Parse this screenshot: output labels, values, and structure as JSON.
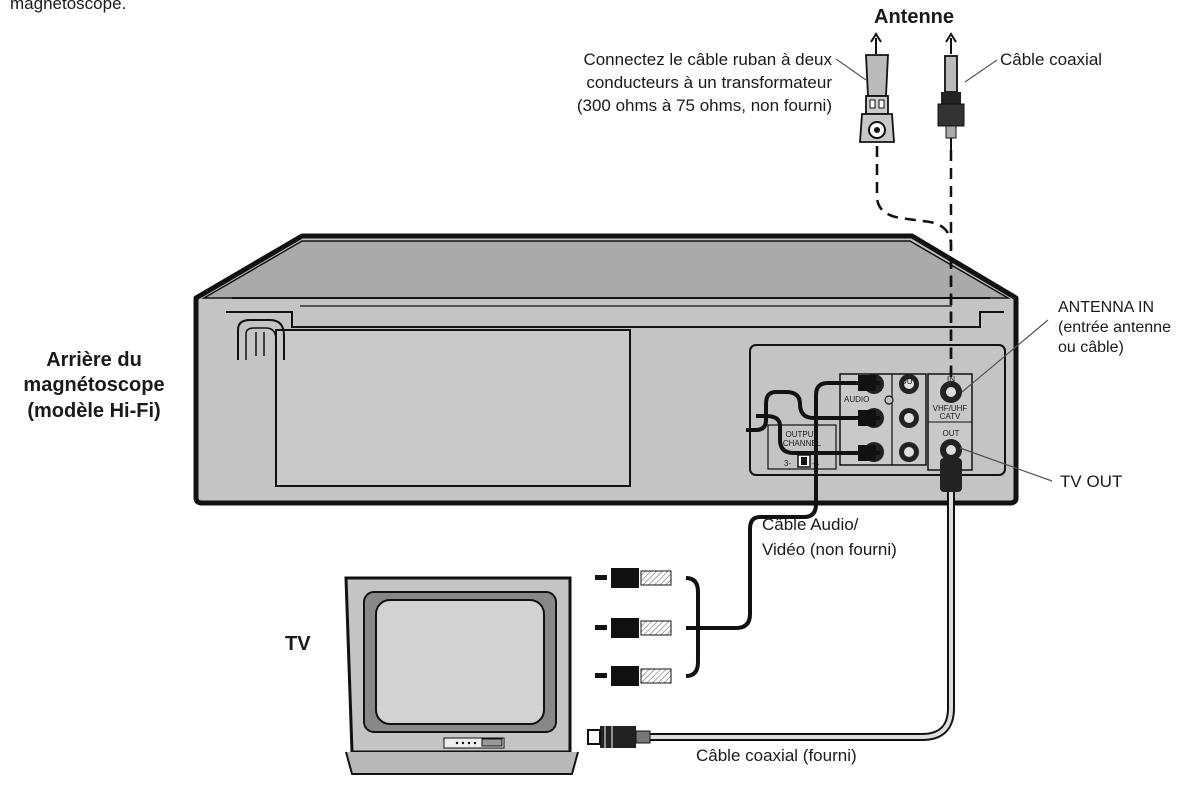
{
  "header": {
    "fragment": "magnétoscope."
  },
  "antenna": {
    "title": "Antenne",
    "twin_lead_note": [
      "Connectez le câble ruban à deux",
      "conducteurs à un transformateur",
      "(300 ohms à 75 ohms, non fourni)"
    ],
    "coax_label": "Câble coaxial"
  },
  "vcr": {
    "title": [
      "Arrière du",
      "magnétoscope",
      "(modèle Hi-Fi)"
    ],
    "antenna_in_label": [
      "ANTENNA IN",
      "(entrée antenne",
      "ou câble)"
    ],
    "tv_out_label": "TV OUT",
    "panel": {
      "in_av1": [
        "IN",
        "AV 1"
      ],
      "out": "OUT",
      "audio": "AUDIO",
      "output_channel": [
        "OUTPUT",
        "CHANNEL"
      ],
      "ch3": "3-",
      "ch4": "-4",
      "rf_in": "IN",
      "vhf_uhf": [
        "VHF/UHF",
        "CATV"
      ],
      "rf_out": "OUT"
    }
  },
  "av_cable_label": [
    "Câble Audio/",
    "Vidéo (non fourni)"
  ],
  "tv_label": "TV",
  "coax_supplied_label": "Câble coaxial (fourni)"
}
